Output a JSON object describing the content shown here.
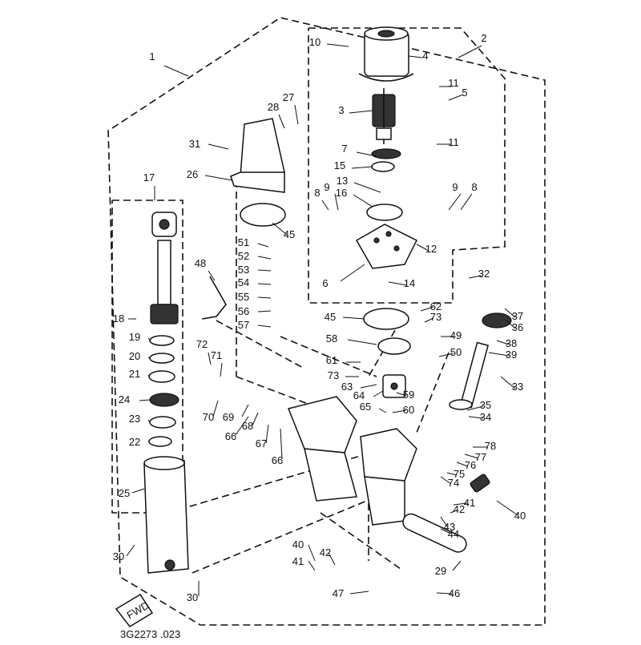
{
  "labels": [
    "1",
    "2",
    "3",
    "4",
    "5",
    "6",
    "7",
    "8",
    "8",
    "9",
    "9",
    "10",
    "11",
    "11",
    "12",
    "13",
    "14",
    "15",
    "16",
    "17",
    "18",
    "19",
    "20",
    "21",
    "22",
    "23",
    "24",
    "25",
    "26",
    "27",
    "28",
    "29",
    "30",
    "30",
    "31",
    "32",
    "33",
    "34",
    "35",
    "36",
    "37",
    "38",
    "39",
    "40",
    "40",
    "41",
    "41",
    "42",
    "42",
    "43",
    "44",
    "45",
    "45",
    "46",
    "47",
    "48",
    "49",
    "50",
    "51",
    "52",
    "53",
    "54",
    "55",
    "56",
    "57",
    "58",
    "59",
    "60",
    "61",
    "62",
    "63",
    "64",
    "65",
    "66",
    "66",
    "67",
    "68",
    "69",
    "70",
    "71",
    "72",
    "73",
    "73",
    "74",
    "75",
    "76",
    "77",
    "78"
  ],
  "fwd_label": "FWD",
  "footer_code": "3G2273 .023"
}
